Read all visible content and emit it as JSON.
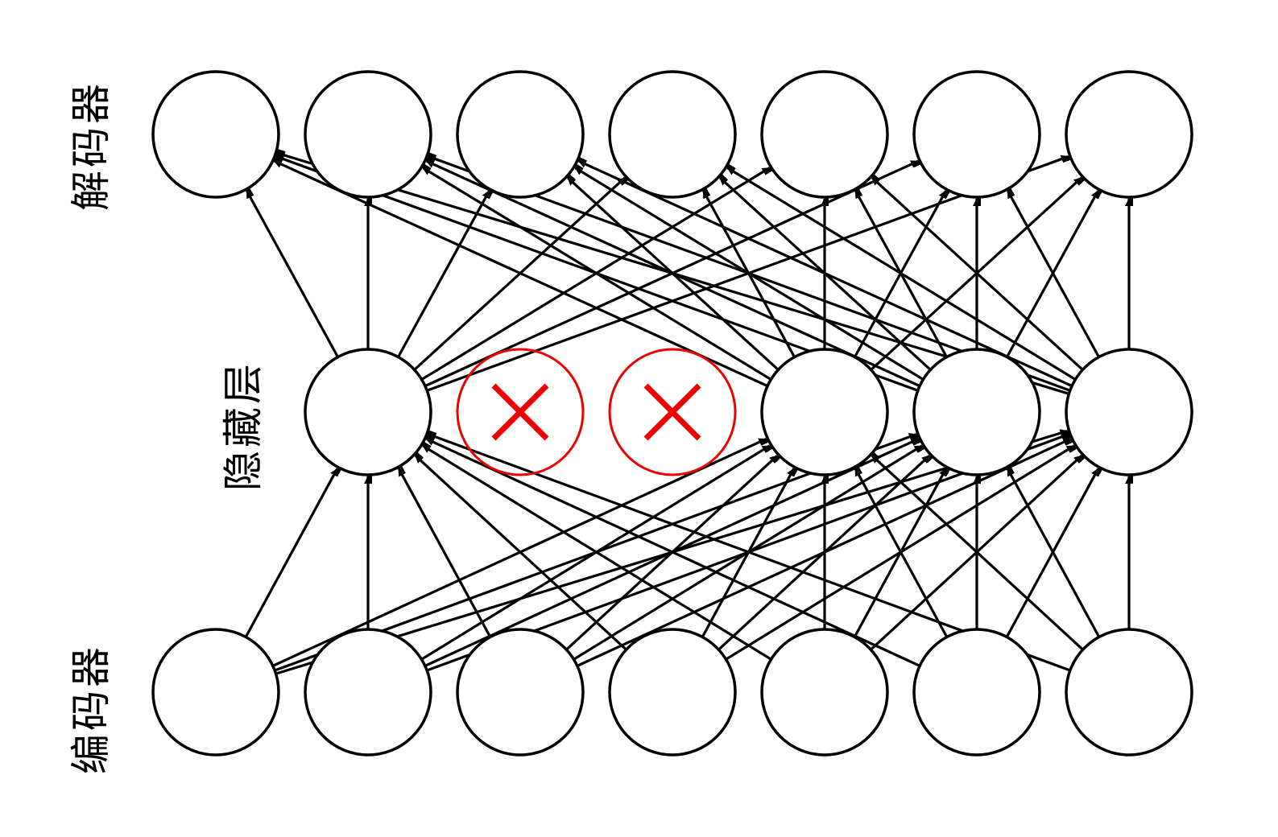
{
  "labels": {
    "decoder": "解码器",
    "hidden": "隐藏层",
    "encoder": "编码器"
  },
  "layers": {
    "decoder_node_count": 7,
    "hidden_node_count": 6,
    "encoder_node_count": 7
  },
  "dropped_hidden_nodes": [
    1,
    2
  ],
  "colors": {
    "node_stroke": "#000000",
    "node_fill": "#ffffff",
    "edge": "#000000",
    "dropped": "#ee0000"
  }
}
